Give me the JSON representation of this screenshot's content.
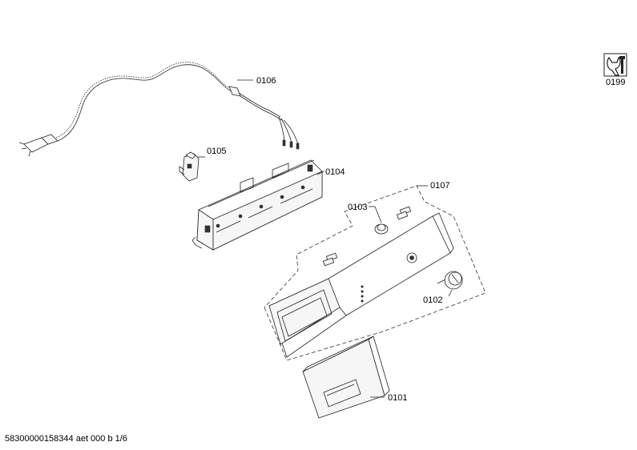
{
  "labels": {
    "p0106": "0106",
    "p0105": "0105",
    "p0104": "0104",
    "p0107": "0107",
    "p0103": "0103",
    "p0102": "0102",
    "p0101": "0101",
    "p0199": "0199"
  },
  "footer": "58300000158344 aet 000 b 1/6"
}
